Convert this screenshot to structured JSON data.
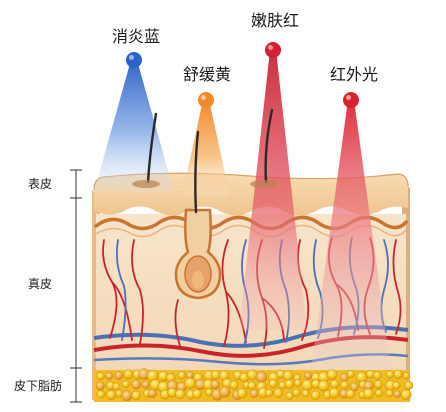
{
  "layers": [
    {
      "id": "epidermis",
      "label": "表皮"
    },
    {
      "id": "dermis",
      "label": "真皮"
    },
    {
      "id": "subcutis",
      "label": "皮下脂肪"
    }
  ],
  "lights": [
    {
      "id": "blue",
      "label": "消炎蓝",
      "color": "#2a63c8",
      "depth": "epidermis"
    },
    {
      "id": "yellow",
      "label": "舒缓黄",
      "color": "#f08a2a",
      "depth": "epidermis"
    },
    {
      "id": "red",
      "label": "嫩肤红",
      "color": "#d42030",
      "depth": "dermis"
    },
    {
      "id": "infrared",
      "label": "红外光",
      "color": "#d8222f",
      "depth": "subcutis"
    }
  ],
  "colors": {
    "epidermis": "#f4d6ad",
    "dermis": "#f6e3c9",
    "fat": "#f3c31c",
    "artery": "#c8242a",
    "vein": "#4d6fb5"
  }
}
